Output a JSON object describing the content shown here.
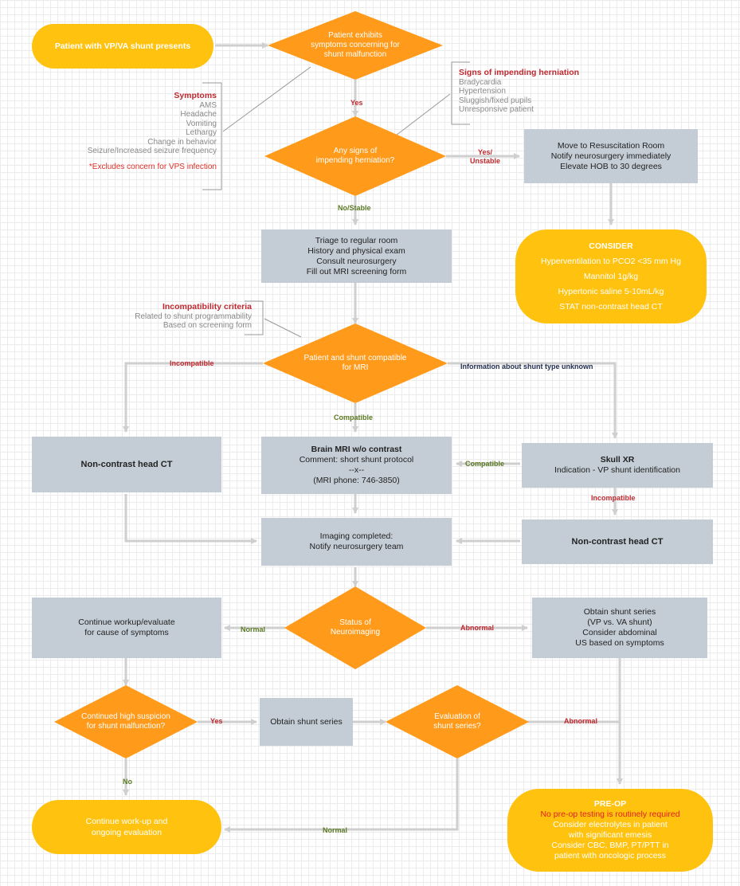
{
  "nodes": {
    "start": "Patient with VP/VA shunt presents",
    "d_symptoms": [
      "Patient exhibits",
      "symptoms concerning for",
      "shunt malfunction"
    ],
    "d_herniation": [
      "Any signs of",
      "impending herniation?"
    ],
    "resus": [
      "Move to Resuscitation Room",
      "Notify neurosurgery immediately",
      "Elevate HOB to 30 degrees"
    ],
    "consider": {
      "title": "CONSIDER",
      "lines": [
        "Hyperventilation to PCO2 <35 mm Hg",
        "Mannitol 1g/kg",
        "Hypertonic saline 5-10mL/kg",
        "STAT non-contrast head CT"
      ]
    },
    "triage": [
      "Triage to regular room",
      "History and physical exam",
      "Consult neurosurgery",
      "Fill out MRI screening form"
    ],
    "d_compat": [
      "Patient and shunt compatible",
      "for MRI"
    ],
    "ct_left": "Non-contrast head CT",
    "mri": {
      "title": "Brain MRI w/o contrast",
      "lines": [
        "Comment: short shunt protocol",
        "--x--",
        "(MRI phone: 746-3850)"
      ]
    },
    "skull": {
      "title": "Skull XR",
      "line": "Indication - VP shunt identification"
    },
    "ct_right": "Non-contrast head CT",
    "imaging": [
      "Imaging completed:",
      "Notify neurosurgery team"
    ],
    "d_neuro": [
      "Status of",
      "Neuroimaging"
    ],
    "workup": [
      "Continue workup/evaluate",
      "for cause of symptoms"
    ],
    "shunt_series_abn": [
      "Obtain shunt series",
      "(VP vs. VA shunt)",
      "Consider abdominal",
      "US based on symptoms"
    ],
    "d_suspicion": [
      "Continued high suspicion",
      "for shunt malfunction?"
    ],
    "obtain": "Obtain shunt series",
    "d_eval": [
      "Evaluation of",
      "shunt series?"
    ],
    "continue": [
      "Continue work-up and",
      "ongoing evaluation"
    ],
    "preop": {
      "title": "PRE-OP",
      "red_line": "No pre-op testing is routinely required",
      "lines": [
        "Consider electrolytes in patient",
        "with significant emesis",
        "Consider CBC, BMP, PT/PTT in",
        "patient with oncologic process"
      ]
    }
  },
  "notes": {
    "symptoms": {
      "title": "Symptoms",
      "items": [
        "AMS",
        "Headache",
        "Vomiting",
        "Lethargy",
        "Change in behavior",
        "Seizure/Increased seizure frequency"
      ],
      "footnote": "*Excludes concern for VPS infection"
    },
    "herniation": {
      "title": "Signs of impending herniation",
      "items": [
        "Bradycardia",
        "Hypertension",
        "Sluggish/fixed pupils",
        "Unresponsive patient"
      ]
    },
    "incompat": {
      "title": "Incompatibility criteria",
      "items": [
        "Related to shunt programmability",
        "Based on screening form"
      ]
    }
  },
  "edge_labels": {
    "yes1": "Yes",
    "yes_unstable": [
      "Yes/",
      "Unstable"
    ],
    "no_stable": "No/Stable",
    "incompatible_left": "Incompatible",
    "unknown": "Information about shunt type unknown",
    "compatible_down": "Compatible",
    "compatible_left": "Compatible",
    "incompatible_down": "Incompatible",
    "normal1": "Normal",
    "abnormal1": "Abnormal",
    "yes2": "Yes",
    "abnormal2": "Abnormal",
    "no": "No",
    "normal2": "Normal"
  },
  "colors": {
    "decision": "#ff9a1a",
    "terminal": "#ffc20e",
    "process": "#c4cdd6",
    "connector": "#cfcfcf",
    "label_red": "#c0282e",
    "label_green": "#5b7a24",
    "label_navy": "#1f2d4f"
  }
}
